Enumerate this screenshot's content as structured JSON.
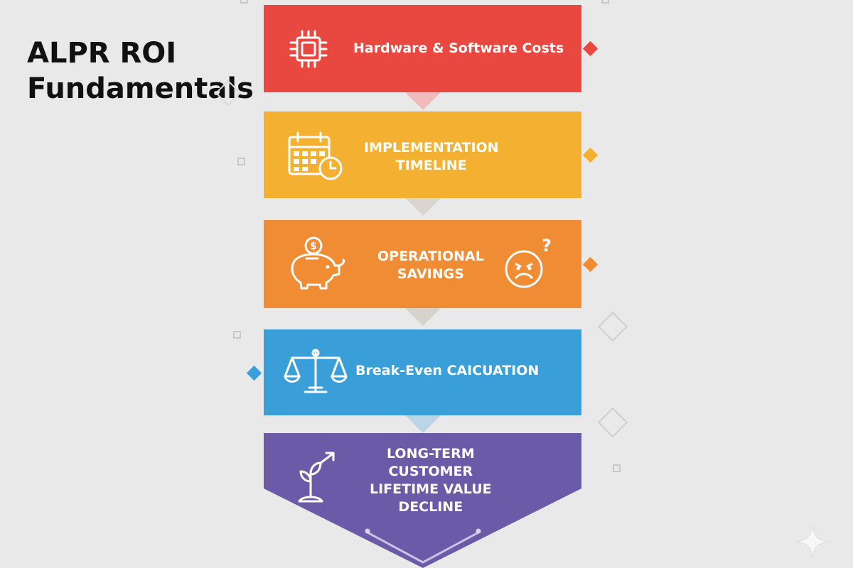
{
  "title": {
    "line1": "ALPR ROI",
    "line2": "Fundamentals"
  },
  "steps": [
    {
      "lines": [
        "Hardware & Software Costs"
      ],
      "color": "#e8483f",
      "icon": "cpu-chip-icon"
    },
    {
      "lines": [
        "IMPLEMENTATION",
        "TIMELINE"
      ],
      "color": "#f4b030",
      "icon": "calendar-clock-icon"
    },
    {
      "lines": [
        "OPERATIONAL",
        "SAVINGS"
      ],
      "color": "#f08c33",
      "icon": "piggy-bank-icon",
      "extra_icon": "sad-face-question-icon",
      "extra_glyph": "?"
    },
    {
      "lines": [
        "Break-Even CAICUATION"
      ],
      "color": "#3a9fd8",
      "icon": "balance-scale-icon"
    },
    {
      "lines": [
        "LONG-TERM",
        "CUSTOMER",
        "LIFETIME VALUE",
        "DECLINE"
      ],
      "color": "#6a5aa8",
      "icon": "sprout-icon"
    }
  ],
  "markers": {
    "red": "#e8483f",
    "yellow": "#f4b030",
    "orange": "#f08c33",
    "blue": "#3a9fd8"
  }
}
